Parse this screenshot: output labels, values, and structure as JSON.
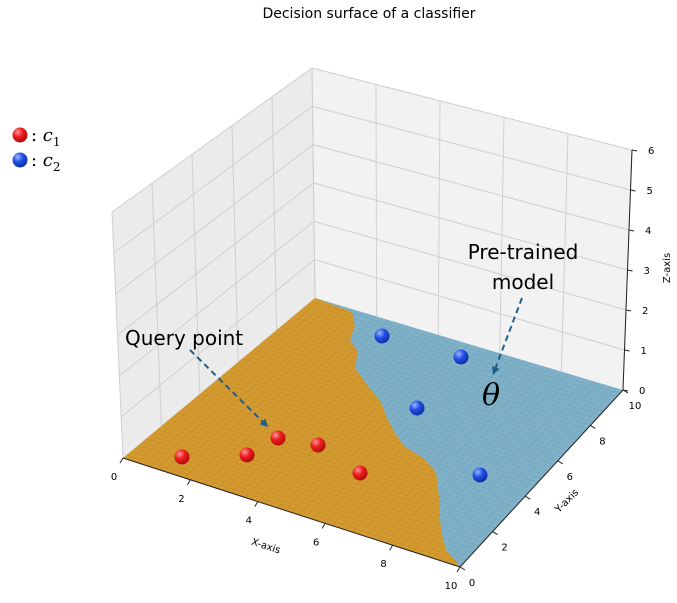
{
  "title": "Decision surface of a classifier",
  "legend": [
    {
      "symbol": "c",
      "subscript": "1",
      "color": "#ee1c1c"
    },
    {
      "symbol": "c",
      "subscript": "2",
      "color": "#1f4fe0"
    }
  ],
  "axes": {
    "x": {
      "label": "X-axis",
      "ticks": [
        "0",
        "2",
        "4",
        "6",
        "8",
        "10"
      ]
    },
    "y": {
      "label": "Y-axis",
      "ticks": [
        "0",
        "2",
        "4",
        "6",
        "8",
        "10"
      ]
    },
    "z": {
      "label": "Z-axis",
      "ticks": [
        "0",
        "1",
        "2",
        "3",
        "4",
        "5",
        "6"
      ]
    }
  },
  "colors": {
    "region_c1": "#d49a2f",
    "region_c2": "#7fb2c9",
    "pane_back": "#f2f2f2",
    "pane_side": "#ebebeb",
    "grid": "#c8c8c8",
    "arrow": "#1f5f86"
  },
  "annotations": {
    "query_label": "Query point",
    "model_label_line1": "Pre-trained",
    "model_label_line2": "model",
    "theta": "θ"
  }
}
